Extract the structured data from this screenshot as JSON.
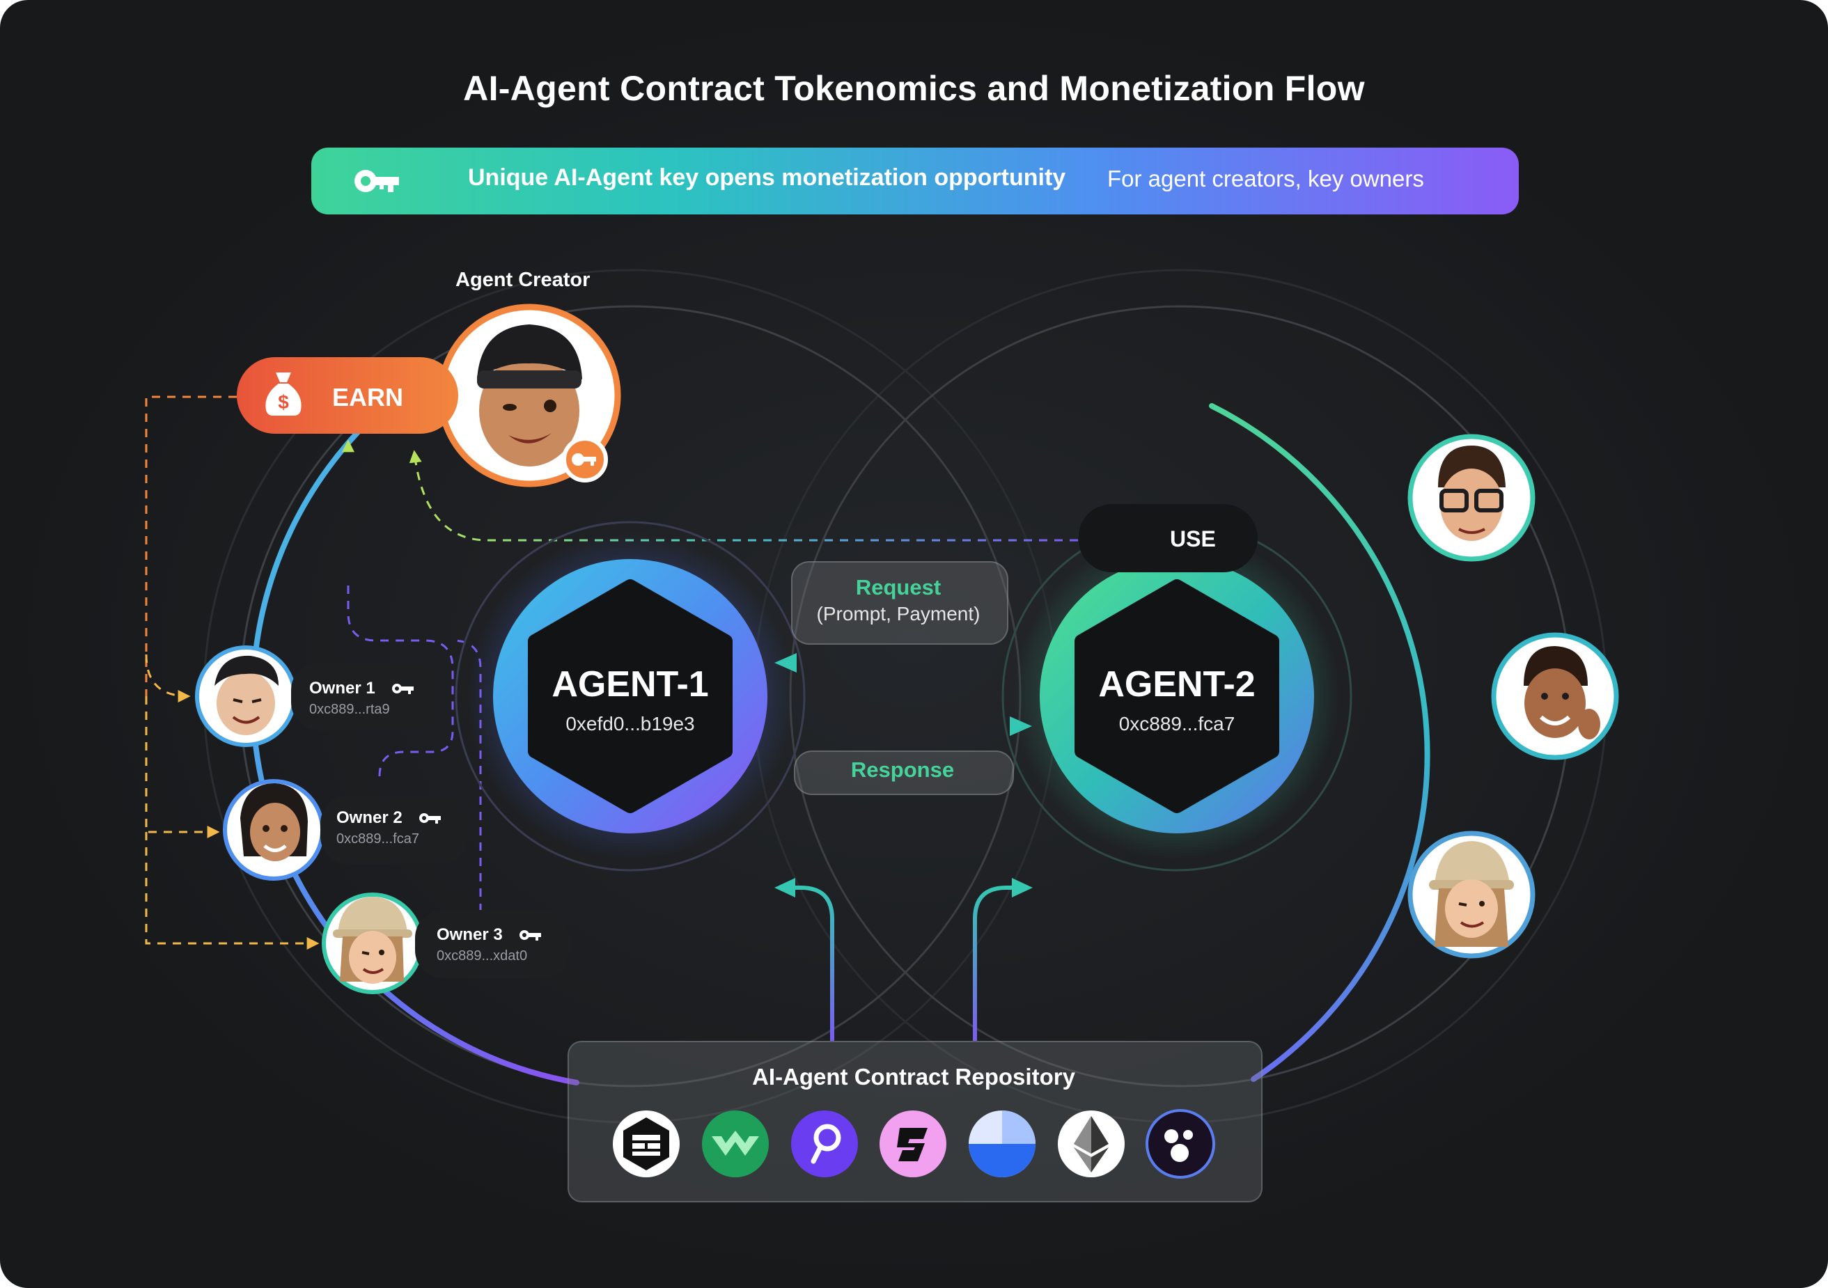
{
  "title": "AI-Agent Contract Tokenomics and Monetization Flow",
  "banner": {
    "main_text": "Unique AI-Agent key opens monetization opportunity",
    "sub_text": "For agent creators, key owners",
    "icon": "key-icon"
  },
  "creator": {
    "label": "Agent Creator",
    "badge_icon": "key-icon"
  },
  "earn": {
    "label": "EARN",
    "icon": "money-bag-icon"
  },
  "owners": [
    {
      "name": "Owner 1",
      "address": "0xc889...rta9"
    },
    {
      "name": "Owner 2",
      "address": "0xc889...fca7"
    },
    {
      "name": "Owner 3",
      "address": "0xc889...xdat0"
    }
  ],
  "agents": [
    {
      "name": "AGENT-1",
      "address": "0xefd0...b19e3"
    },
    {
      "name": "AGENT-2",
      "address": "0xc889...fca7"
    }
  ],
  "request": {
    "label": "Request",
    "sub": "(Prompt, Payment)"
  },
  "response": {
    "label": "Response"
  },
  "use": {
    "label": "USE",
    "icon": "key-icon"
  },
  "repository": {
    "title": "AI-Agent Contract Repository",
    "logos": [
      "chain-logo-1",
      "chain-logo-2",
      "chain-logo-3",
      "chain-logo-4",
      "chain-logo-5",
      "ethereum-logo",
      "chain-logo-7"
    ]
  },
  "colors": {
    "background": "#1a1b1d",
    "accent_green": "#45d39b",
    "accent_purple": "#8a5cf6",
    "accent_orange": "#f2863e",
    "dashed_yellow": "#f2b84a",
    "dashed_green": "#b6e35a"
  }
}
